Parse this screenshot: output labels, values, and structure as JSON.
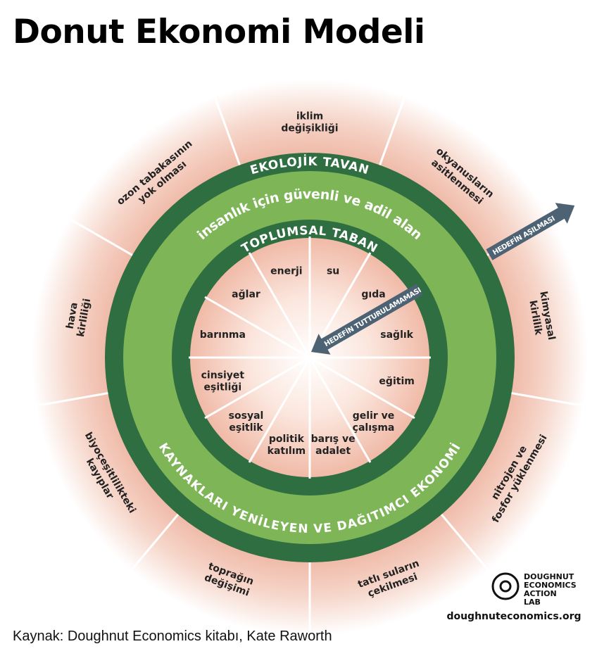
{
  "title": "Donut Ekonomi Modeli",
  "caption": "Kaynak: Doughnut Economics kitabı, Kate Raworth",
  "colors": {
    "dark_green": "#2e6e40",
    "light_green": "#7db557",
    "arrow": "#4d6273",
    "pink": "#eeb7a4"
  },
  "rings": {
    "ceiling": "EKOLOJİK TAVAN",
    "safe_space": "insanlık için güvenli ve adil alan",
    "foundation": "TOPLUMSAL TABAN",
    "economy": "KAYNAKLARI YENİLEYEN VE DAĞITIMCI EKONOMİ"
  },
  "arrows": {
    "overshoot": "HEDEFİN AŞILMASI",
    "shortfall": "HEDEFİN TUTTURULAMAMASI"
  },
  "ecological": [
    [
      "iklim",
      "değişikliği"
    ],
    [
      "okyanusların",
      "asitlenmesi"
    ],
    [
      "kimyasal",
      "kirlilik"
    ],
    [
      "nitrojen ve",
      "fosfor yüklenmesi"
    ],
    [
      "tatlı suların",
      "çekilmesi"
    ],
    [
      "toprağın",
      "değişimi"
    ],
    [
      "biyoçeşitlilikteki",
      "kayıplar"
    ],
    [
      "hava",
      "kirliliği"
    ],
    [
      "ozon tabakasının",
      "yok olması"
    ]
  ],
  "social": [
    [
      "su"
    ],
    [
      "gıda"
    ],
    [
      "sağlık"
    ],
    [
      "eğitim"
    ],
    [
      "gelir ve",
      "çalışma"
    ],
    [
      "barış ve",
      "adalet"
    ],
    [
      "politik",
      "katılım"
    ],
    [
      "sosyal",
      "eşitlik"
    ],
    [
      "cinsiyet",
      "eşitliği"
    ],
    [
      "barınma"
    ],
    [
      "ağlar"
    ],
    [
      "enerji"
    ]
  ],
  "logo": {
    "name": "DOUGHNUT ECONOMICS ACTION LAB",
    "lines": [
      "DOUGHNUT",
      "ECONOMICS",
      "ACTION",
      "LAB"
    ],
    "url": "doughnuteconomics.org"
  }
}
